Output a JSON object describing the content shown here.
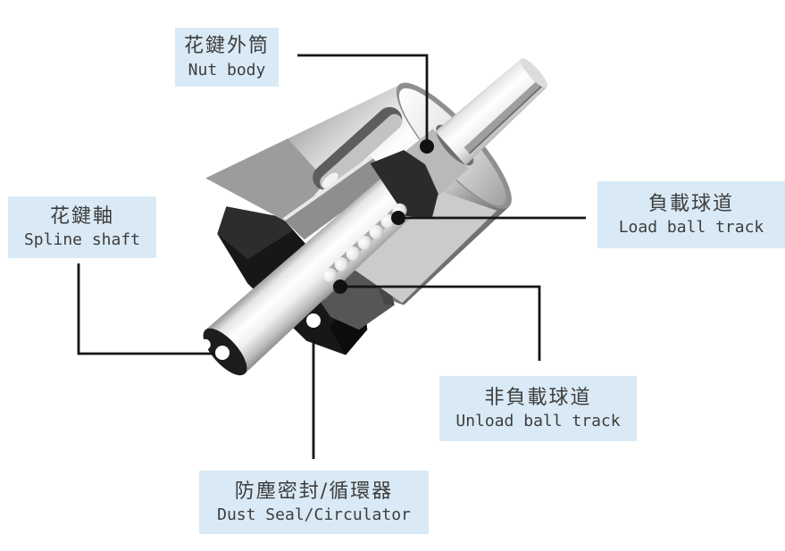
{
  "diagram": {
    "type": "ball-spline cutaway illustration",
    "background": "#ffffff",
    "labels": [
      {
        "id": "nut-body",
        "zh": "花鍵外筒",
        "en": "Nut body",
        "dot": "black"
      },
      {
        "id": "spline-shaft",
        "zh": "花鍵軸",
        "en": "Spline shaft",
        "dot": "white"
      },
      {
        "id": "load-ball-track",
        "zh": "負載球道",
        "en": "Load ball track",
        "dot": "black"
      },
      {
        "id": "unload-ball-track",
        "zh": "非負載球道",
        "en": "Unload ball track",
        "dot": "black"
      },
      {
        "id": "dust-seal-circulator",
        "zh": "防塵密封/循環器",
        "en": "Dust Seal/Circulator",
        "dot": "white"
      }
    ],
    "colors": {
      "label_box_bg": "#d9eaf6",
      "label_text": "#3d3d3d",
      "leader_line": "#151515",
      "metal_bright": "#ffffff",
      "metal_mid": "#b5b5b5",
      "metal_dark": "#6a6a6a",
      "seal_black": "#171717",
      "circulator_gray": "#565656",
      "track_plane_gray": "#cbcbcb"
    },
    "ball_count": 7
  }
}
